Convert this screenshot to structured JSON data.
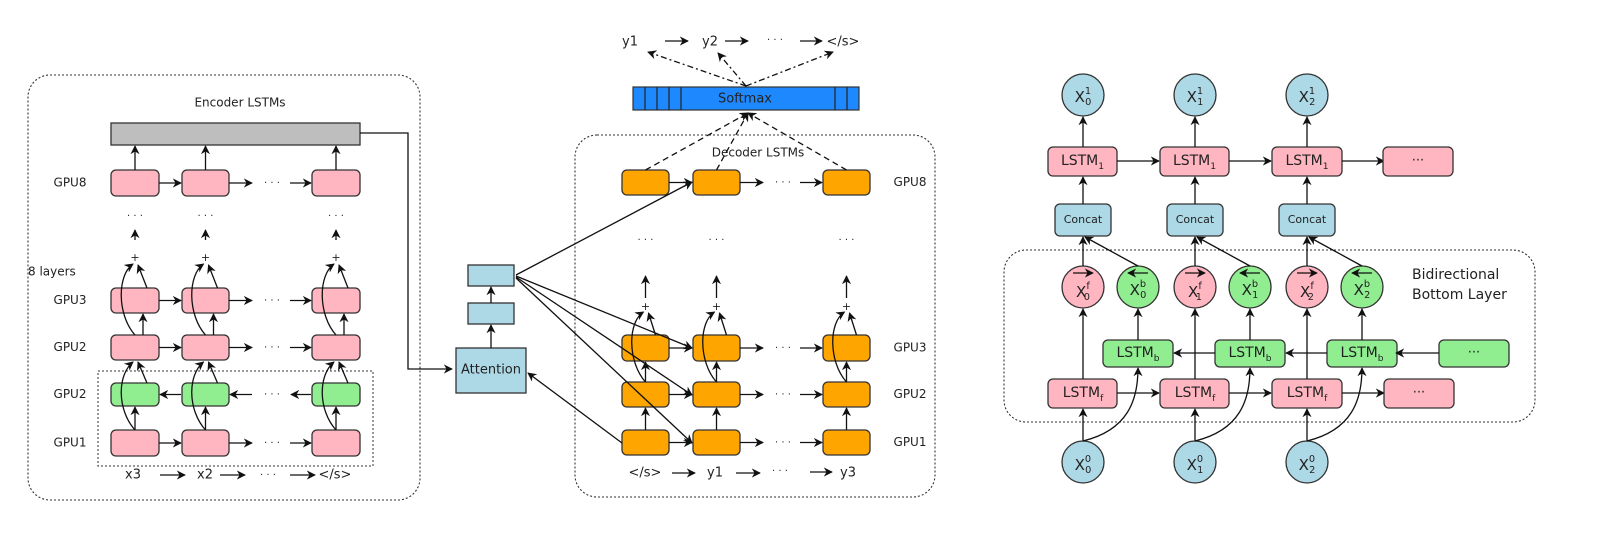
{
  "colors": {
    "pink": "#ffb6c1",
    "green": "#90ee90",
    "lightblue": "#add8e6",
    "orange": "#ffa500",
    "gray": "#bebebe",
    "softmax": "#1e88ff"
  },
  "encoder": {
    "title": "Encoder LSTMs",
    "layers_label": "8 layers",
    "rows": [
      {
        "label": "GPU8",
        "color": "pink",
        "dir": "right"
      },
      {
        "label": "GPU3",
        "color": "pink",
        "dir": "right"
      },
      {
        "label": "GPU2",
        "color": "pink",
        "dir": "right"
      },
      {
        "label": "GPU2",
        "color": "green",
        "dir": "left"
      },
      {
        "label": "GPU1",
        "color": "pink",
        "dir": "right"
      }
    ],
    "inputs": [
      "x3",
      "x2",
      "</s>"
    ],
    "inputs_sub": [
      "3",
      "2",
      ""
    ],
    "ellipsis": "· · ·",
    "plus": "+"
  },
  "attention": {
    "label": "Attention"
  },
  "softmax": {
    "label": "Softmax",
    "outputs": [
      "y1",
      "y2",
      "</s>"
    ],
    "outputs_sub": [
      "1",
      "2",
      ""
    ]
  },
  "decoder": {
    "title": "Decoder LSTMs",
    "rows": [
      {
        "label": "GPU8"
      },
      {
        "label": "GPU3"
      },
      {
        "label": "GPU2"
      },
      {
        "label": "GPU1"
      }
    ],
    "inputs": [
      "</s>",
      "y1",
      "y3"
    ],
    "inputs_sub": [
      "",
      "1",
      "3"
    ]
  },
  "bidirectional": {
    "title_line1": "Bidirectional",
    "title_line2": "Bottom Layer",
    "top_outputs": [
      {
        "base": "X",
        "sup": "1",
        "sub": "0"
      },
      {
        "base": "X",
        "sup": "1",
        "sub": "1"
      },
      {
        "base": "X",
        "sup": "1",
        "sub": "2"
      }
    ],
    "lstm1": {
      "base": "LSTM",
      "sub": "1"
    },
    "concat": "Concat",
    "forward_outputs": [
      {
        "base": "X",
        "sup": "f",
        "sub": "0"
      },
      {
        "base": "X",
        "sup": "f",
        "sub": "1"
      },
      {
        "base": "X",
        "sup": "f",
        "sub": "2"
      }
    ],
    "backward_outputs": [
      {
        "base": "X",
        "sup": "b",
        "sub": "0"
      },
      {
        "base": "X",
        "sup": "b",
        "sub": "1"
      },
      {
        "base": "X",
        "sup": "b",
        "sub": "2"
      }
    ],
    "lstm_b": {
      "base": "LSTM",
      "sub": "b"
    },
    "lstm_f": {
      "base": "LSTM",
      "sub": "f"
    },
    "inputs": [
      {
        "base": "X",
        "sup": "0",
        "sub": "0"
      },
      {
        "base": "X",
        "sup": "0",
        "sub": "1"
      },
      {
        "base": "X",
        "sup": "0",
        "sub": "2"
      }
    ],
    "ellipsis": "···"
  }
}
